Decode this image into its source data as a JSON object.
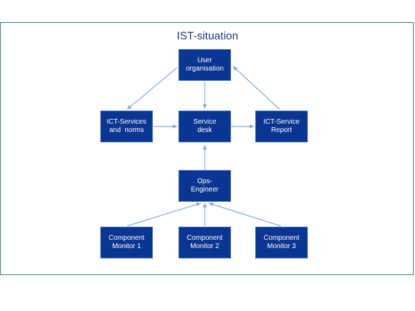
{
  "title": "IST-situation",
  "nodes": {
    "user_org": {
      "line1": "User",
      "line2": "organisation"
    },
    "ict_services": {
      "line1": "ICT-Services",
      "line2": "and  norms"
    },
    "service_desk": {
      "line1": "Service",
      "line2": "desk"
    },
    "ict_report": {
      "line1": "ICT-Service",
      "line2": "Report"
    },
    "ops_engineer": {
      "line1": "Ops-",
      "line2": "Engineer"
    },
    "comp1": {
      "line1": "Component",
      "line2": "Monitor 1"
    },
    "comp2": {
      "line1": "Component",
      "line2": "Monitor 2"
    },
    "comp3": {
      "line1": "Component",
      "line2": "Monitor 3"
    }
  },
  "colors": {
    "box_fill": "#0b3592",
    "arrow": "#7fa6e6",
    "title": "#1f3a8a"
  }
}
